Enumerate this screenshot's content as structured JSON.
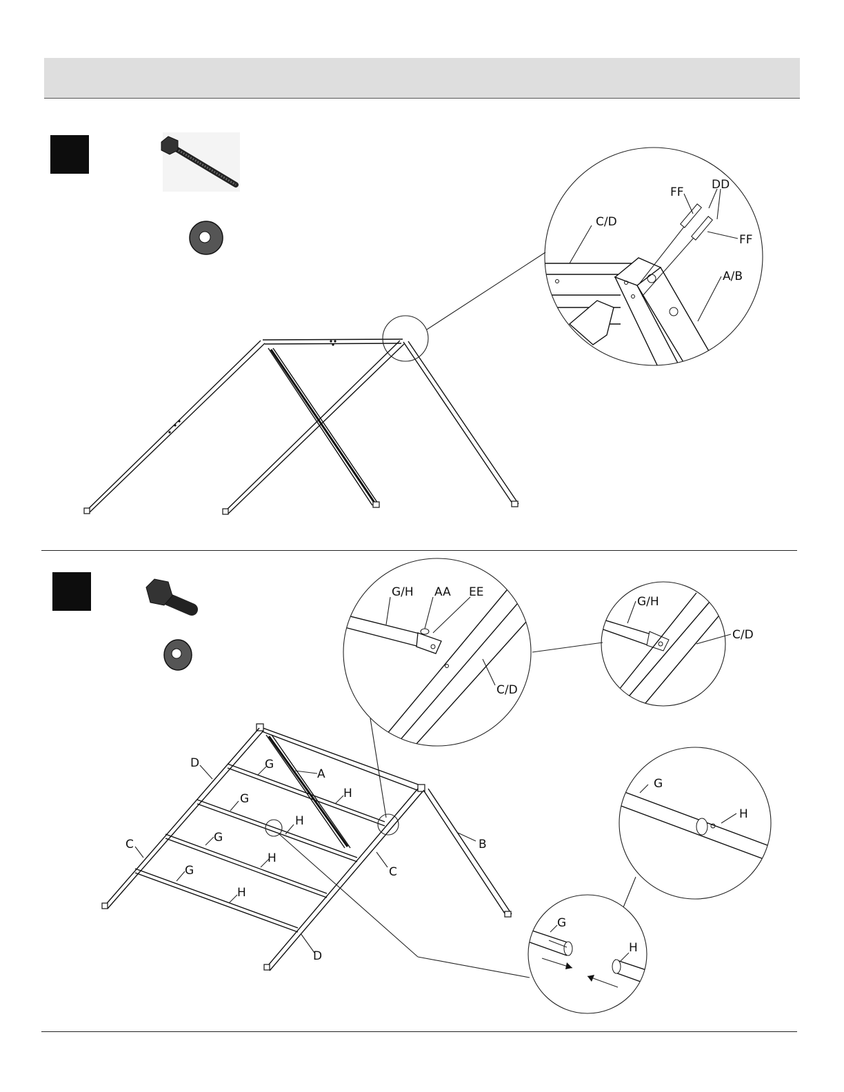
{
  "step1": {
    "labels": {
      "ff_top": "FF",
      "dd": "DD",
      "cd": "C/D",
      "ff_bottom": "FF",
      "ab": "A/B"
    }
  },
  "step2": {
    "zoom_left_labels": {
      "gh": "G/H",
      "aa": "AA",
      "ee": "EE",
      "cd": "C/D"
    },
    "zoom_right_labels": {
      "gh": "G/H",
      "cd": "C/D"
    },
    "frame_labels": {
      "d_top": "D",
      "a": "A",
      "c_left": "C",
      "b": "B",
      "c_mid": "C",
      "d_bottom": "D",
      "g1": "G",
      "g2": "G",
      "g3": "G",
      "g4": "G",
      "h1": "H",
      "h2": "H",
      "h3": "H",
      "h4": "H"
    },
    "zoom_joint_labels": {
      "g": "G",
      "h": "H"
    },
    "zoom_insert_labels": {
      "g": "G",
      "h": "H"
    }
  }
}
